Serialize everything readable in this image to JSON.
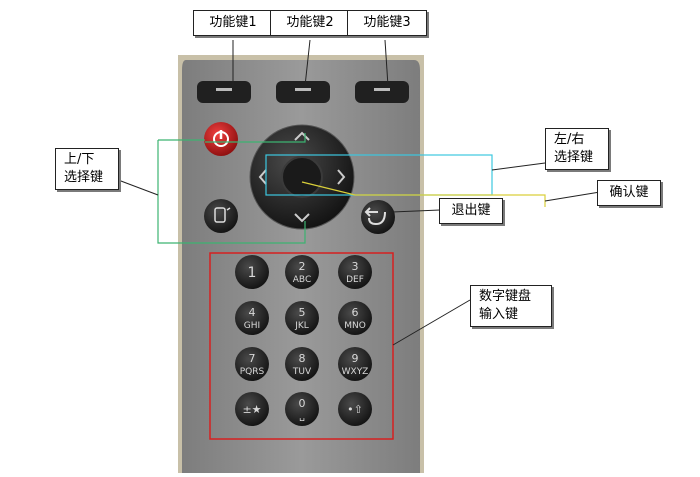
{
  "labels": {
    "fn1": "功能键1",
    "fn2": "功能键2",
    "fn3": "功能键3",
    "updown_line1": "上/下",
    "updown_line2": "选择键",
    "leftright_line1": "左/右",
    "leftright_line2": "选择键",
    "confirm": "确认键",
    "exit": "退出键",
    "numpad_line1": "数字键盘",
    "numpad_line2": "输入键"
  },
  "keypad": {
    "rows": [
      [
        {
          "digit": "1",
          "letters": ""
        },
        {
          "digit": "2",
          "letters": "ABC"
        },
        {
          "digit": "3",
          "letters": "DEF"
        }
      ],
      [
        {
          "digit": "4",
          "letters": "GHI"
        },
        {
          "digit": "5",
          "letters": "JKL"
        },
        {
          "digit": "6",
          "letters": "MNO"
        }
      ],
      [
        {
          "digit": "7",
          "letters": "PQRS"
        },
        {
          "digit": "8",
          "letters": "TUV"
        },
        {
          "digit": "9",
          "letters": "WXYZ"
        }
      ],
      [
        {
          "digit": "",
          "letters": "±★"
        },
        {
          "digit": "0",
          "letters": "␣"
        },
        {
          "digit": "",
          "letters": "•⇧"
        }
      ]
    ]
  },
  "colors": {
    "panel": "#8c8c8c",
    "key": "#1f1f1f",
    "power": "#c41c1c",
    "numpad_outline": "#d62020",
    "updown_outline": "#3cb371",
    "leftright_outline": "#3cc7e0",
    "confirm_line": "#d9cf3a"
  }
}
